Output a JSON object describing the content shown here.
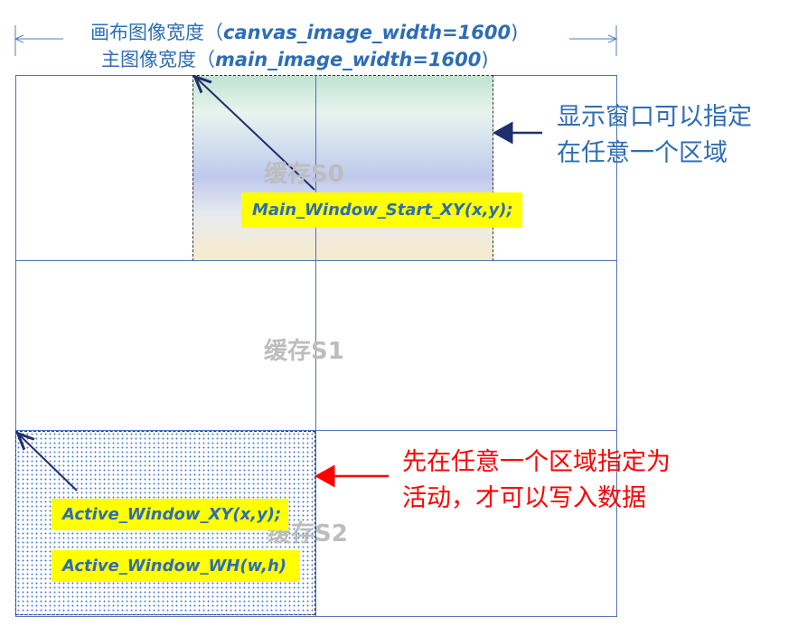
{
  "header": {
    "canvas_label_cn": "画布图像宽度（",
    "canvas_label_en": "canvas_image_width=1600",
    "main_label_cn": "主图像宽度（",
    "main_label_en": "main_image_width=1600",
    "close_paren": ")"
  },
  "buffers": [
    "缓存S0",
    "缓存S1",
    "缓存S2"
  ],
  "labels": {
    "main_window_start": "Main_Window_Start_XY(x,y);",
    "active_window_xy": "Active_Window_XY(x,y);",
    "active_window_wh": "Active_Window_WH(w,h)"
  },
  "notes": {
    "display_line1": "显示窗口可以指定",
    "display_line2": "在任意一个区域",
    "active_line1": "先在任意一个区域指定为",
    "active_line2": "活动，才可以写入数据"
  },
  "colors": {
    "accent": "#2e6db4",
    "red": "#ff0000",
    "navy": "#1f2f6b",
    "highlight": "#ffff00"
  }
}
